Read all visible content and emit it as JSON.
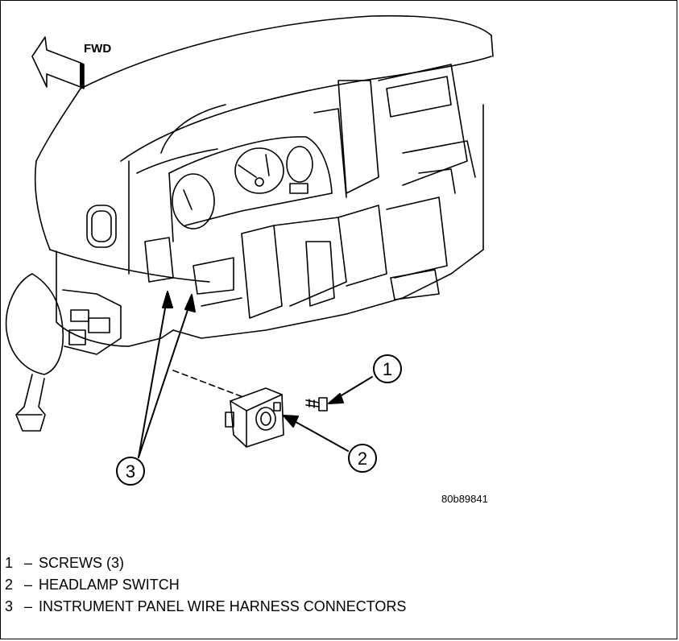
{
  "figure": {
    "direction_label": "FWD",
    "figure_id": "80b89841",
    "callouts": [
      "1",
      "2",
      "3"
    ]
  },
  "legend": [
    {
      "num": "1",
      "dash": "–",
      "text": "SCREWS (3)"
    },
    {
      "num": "2",
      "dash": "–",
      "text": "HEADLAMP SWITCH"
    },
    {
      "num": "3",
      "dash": "–",
      "text": "INSTRUMENT PANEL WIRE HARNESS CONNECTORS"
    }
  ]
}
